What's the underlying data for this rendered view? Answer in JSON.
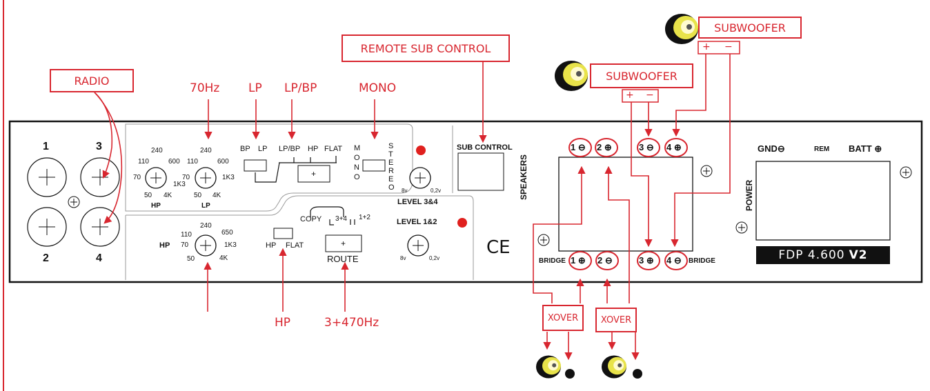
{
  "annotations": {
    "radio": "RADIO",
    "hz70": "70Hz",
    "lp": "LP",
    "lpbp": "LP/BP",
    "mono": "MONO",
    "remote_sub": "REMOTE SUB CONTROL",
    "subwoofer_top": "SUBWOOFER",
    "subwoofer_mid": "SUBWOOFER",
    "hp": "HP",
    "route_hz": "3+470Hz",
    "xover_left": "XOVER",
    "xover_right": "XOVER",
    "plus": "+",
    "minus": "−"
  },
  "panel": {
    "inputs": {
      "in1": "1",
      "in2": "2",
      "in3": "3",
      "in4": "4"
    },
    "ch34": {
      "hp_knob": {
        "label": "HP",
        "t240": "240",
        "t110": "110",
        "t600": "600",
        "t70": "70",
        "t1k3": "1K3",
        "t50": "50",
        "t4k": "4K"
      },
      "lp_knob": {
        "label": "LP",
        "t240": "240",
        "t110": "110",
        "t600": "600",
        "t70": "70",
        "t1k3": "1K3",
        "t50": "50",
        "t4k": "4K"
      },
      "bp": "BP",
      "lp": "LP",
      "lpbp": "LP/BP",
      "hp": "HP",
      "flat": "FLAT",
      "mono": "MONO",
      "stereo": "STEREO",
      "level": "LEVEL 3&4",
      "v8": "8v",
      "v02": "0,2v"
    },
    "ch12": {
      "hp_label": "HP",
      "t240": "240",
      "t110": "110",
      "t650": "650",
      "t70": "70",
      "t1k3": "1K3",
      "t50": "50",
      "t4k": "4K",
      "hp": "HP",
      "flat": "FLAT",
      "copy": "COPY",
      "r34": "3+4",
      "r12": "1+2",
      "route": "ROUTE",
      "level": "LEVEL 1&2",
      "v8": "8v",
      "v02": "0,2v"
    },
    "sub_control": "SUB CONTROL",
    "ce": "CE",
    "speakers": "SPEAKERS",
    "bridge_left": "BRIDGE",
    "bridge_right": "BRIDGE",
    "top_terminals": [
      {
        "num": "1",
        "pol": "minus"
      },
      {
        "num": "2",
        "pol": "plus"
      },
      {
        "num": "3",
        "pol": "minus"
      },
      {
        "num": "4",
        "pol": "plus"
      }
    ],
    "bottom_terminals": [
      {
        "num": "1",
        "pol": "plus"
      },
      {
        "num": "2",
        "pol": "minus"
      },
      {
        "num": "3",
        "pol": "plus"
      },
      {
        "num": "4",
        "pol": "minus"
      }
    ],
    "gnd": "GND",
    "rem": "REM",
    "batt": "BATT",
    "power": "POWER",
    "model_name": "FDP 4.600",
    "model_version": "V2"
  },
  "colors": {
    "annotation": "#d8262f",
    "panel_line": "#111111",
    "knob_dot": "#e0201e",
    "speaker_cone": "#e8e34a"
  }
}
